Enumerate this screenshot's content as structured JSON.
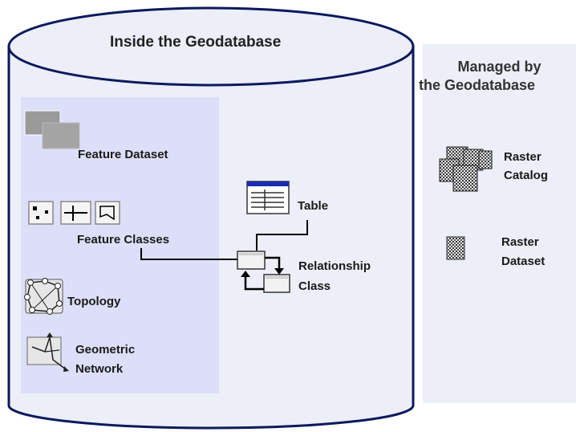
{
  "cylinder": {
    "title": "Inside the Geodatabase"
  },
  "managed": {
    "line1": "Managed by",
    "line2": "the Geodatabase"
  },
  "items": {
    "feature_dataset": "Feature Dataset",
    "feature_classes": "Feature Classes",
    "topology": "Topology",
    "geometric_network": {
      "line1": "Geometric",
      "line2": "Network"
    },
    "table": "Table",
    "relationship_class": {
      "line1": "Relationship",
      "line2": "Class"
    },
    "raster_catalog": {
      "line1": "Raster",
      "line2": "Catalog"
    },
    "raster_dataset": {
      "line1": "Raster",
      "line2": "Dataset"
    }
  },
  "colors": {
    "panel_fill": "#eceef8",
    "inner_panel_fill": "#dcdff7",
    "outline": "#0b1a5c"
  },
  "icons": [
    "feature-dataset-icon",
    "point-class-icon",
    "line-class-icon",
    "polygon-class-icon",
    "topology-icon",
    "geometric-network-icon",
    "table-icon",
    "relationship-class-icon",
    "raster-catalog-icon",
    "raster-dataset-icon"
  ]
}
